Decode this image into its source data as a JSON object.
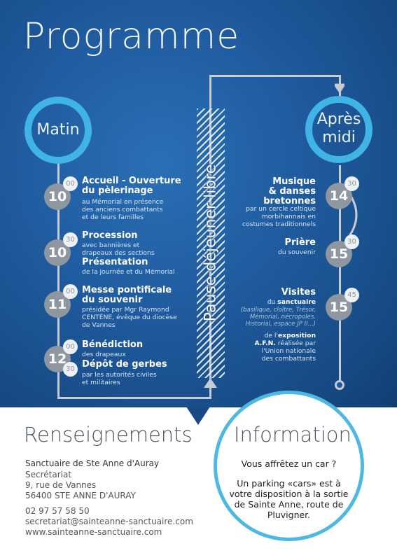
{
  "title": "Programme",
  "matin_label": "Matin",
  "apres_label": "Après\nmidi",
  "pause": "Pause déjeuner libre",
  "morning": [
    {
      "hour": "10",
      "min": "00",
      "title": "Accueil - Ouverture\ndu pèlerinage",
      "desc": "au Mémorial en présence\ndes anciens combattants\net de leurs familles"
    },
    {
      "hour": "10",
      "min": "30",
      "title": "Procession",
      "desc": "avec bannières et\ndrapeaux des sections",
      "title2": "Présentation",
      "desc2": "de la journée et du Mémorial"
    },
    {
      "hour": "11",
      "min": "00",
      "title": "Messe pontificale\ndu souvenir",
      "desc": "présidée par Mgr Raymond\nCENTÈNE, évêque du diocèse\nde Vannes"
    },
    {
      "hour": "12",
      "min": "00",
      "min2": "30",
      "title": "Bénédiction",
      "desc": "des drapeaux",
      "title2": "Dépôt de gerbes",
      "desc2": "par les autorités civiles\net militaires"
    }
  ],
  "afternoon": [
    {
      "hour": "14",
      "min": "30",
      "title": "Musique\n& danses\nbretonnes",
      "desc": "par un cercle celtique\nmorbihannais en\ncostumes traditionnels"
    },
    {
      "hour": "15",
      "min": "30",
      "title": "Prière",
      "desc": "du souvenir"
    },
    {
      "hour": "15",
      "min": "45",
      "title": "Visites",
      "desc_a": "du ",
      "desc_b": "sanctuaire",
      "desc_ital": "(basilique, cloître, Trésor,\nMémorial, nécropoles,\nHistorial, espace JP II...)",
      "desc2_a": "de l'",
      "desc2_b": "exposition\nA.F.N.",
      "desc2_c": " réalisée par\nl'Union nationale\ndes combattants"
    }
  ],
  "renseignements": {
    "title": "Renseignements",
    "org": "Sanctuaire de Ste Anne d'Auray",
    "line1": "Secrétariat",
    "line2": "9, rue de Vannes",
    "line3": "56400 STE ANNE D'AURAY",
    "phone": "02 97 57 58 50",
    "email": "secretariat@sainteanne-sanctuaire.com",
    "web": "www.sainteanne-sanctuaire.com"
  },
  "information": {
    "title": "Information",
    "q": "Vous affrêtez un car ?",
    "text": "Un parking «cars» est à\nvotre disposition à la sortie\nde Sainte Anne, route de\nPluvigner."
  },
  "colors": {
    "ring": "#3fb4e5",
    "bg": "#1f5a9d",
    "hour": "#8e96a0"
  }
}
